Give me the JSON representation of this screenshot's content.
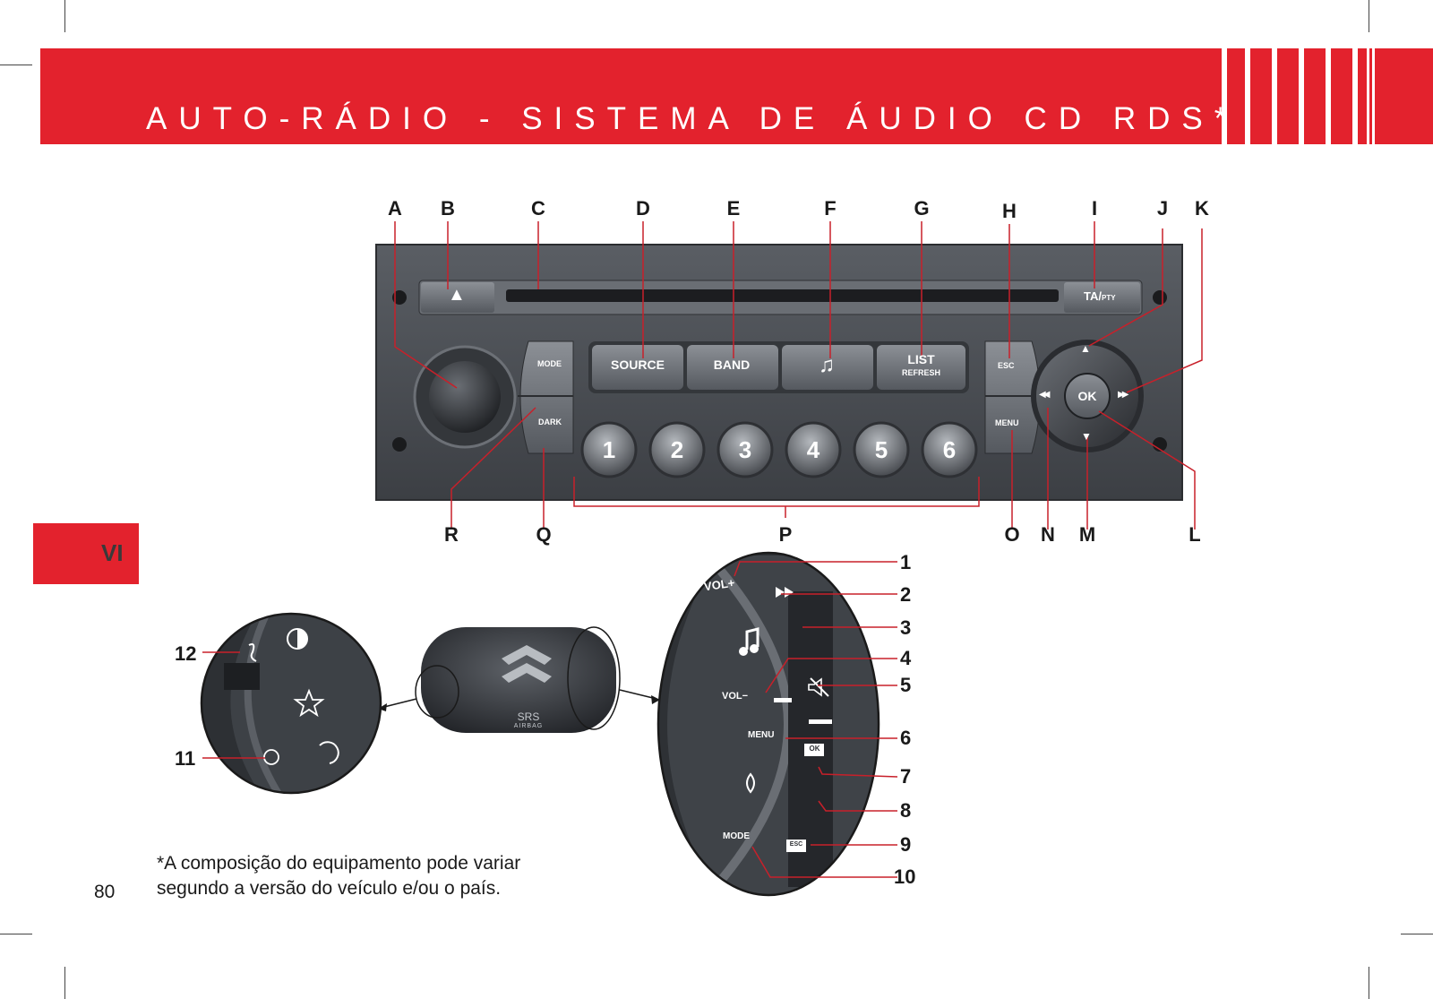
{
  "header": {
    "title": "AUTO-RÁDIO - SISTEMA DE ÁUDIO CD RDS*"
  },
  "chapter": {
    "label": "VI"
  },
  "page_number": "80",
  "footnote": {
    "line1": "*A composição do equipamento pode variar",
    "line2": "segundo a versão do veículo e/ou o país."
  },
  "radio": {
    "eject_symbol": "▲",
    "ta_pty_main": "TA/",
    "ta_pty_sub": "PTY",
    "mode_label": "MODE",
    "dark_label": "DARK",
    "source_label": "SOURCE",
    "band_label": "BAND",
    "music_symbol": "♫",
    "list_label": "LIST",
    "refresh_label": "REFRESH",
    "esc_label": "ESC",
    "menu_label": "MENU",
    "ok_label": "OK",
    "up_symbol": "▲",
    "down_symbol": "▼",
    "prev_symbol": "◀◀",
    "next_symbol": "▶▶",
    "presets": [
      "1",
      "2",
      "3",
      "4",
      "5",
      "6"
    ]
  },
  "radio_callouts_top": [
    "A",
    "B",
    "C",
    "D",
    "E",
    "F",
    "G",
    "H",
    "I",
    "J",
    "K"
  ],
  "radio_callouts_bottom": [
    "R",
    "Q",
    "P",
    "O",
    "N",
    "M",
    "L"
  ],
  "steering_wheel": {
    "airbag_text": "SRS",
    "airbag_sub": "AIRBAG"
  },
  "right_control": {
    "vol_plus": "VOL+",
    "vol_minus": "VOL−",
    "menu_label": "MENU",
    "mode_label": "MODE",
    "ok_label": "OK",
    "esc_label": "ESC",
    "callouts": [
      "1",
      "2",
      "3",
      "4",
      "5",
      "6",
      "7",
      "8",
      "9",
      "10"
    ]
  },
  "left_control": {
    "callouts": [
      "12",
      "11"
    ]
  },
  "colors": {
    "brand_red": "#e3222d",
    "panel_gray": "#4a4d52",
    "leader_red": "#c8202a"
  }
}
